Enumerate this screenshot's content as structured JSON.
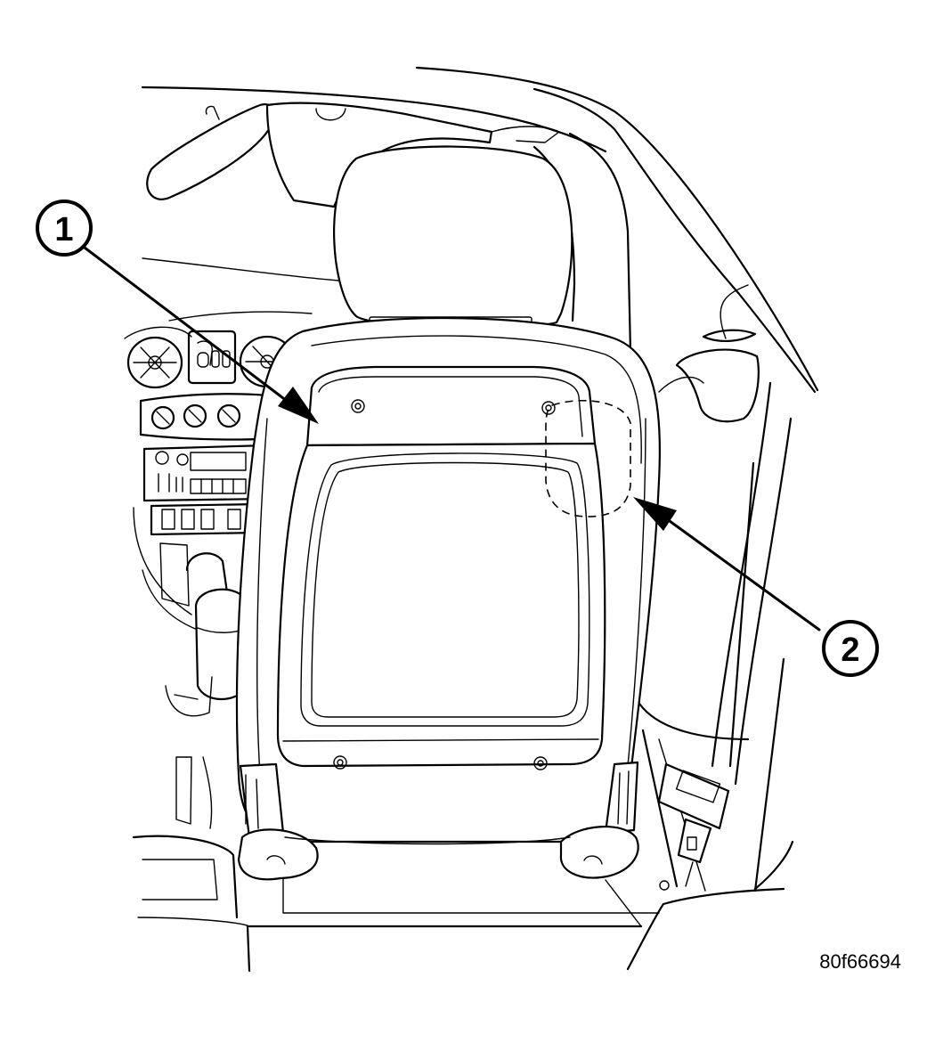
{
  "callouts": [
    {
      "number": "1"
    },
    {
      "number": "2"
    }
  ],
  "figure_id": "80f66694",
  "colors": {
    "line": "#000000",
    "background": "#ffffff"
  }
}
